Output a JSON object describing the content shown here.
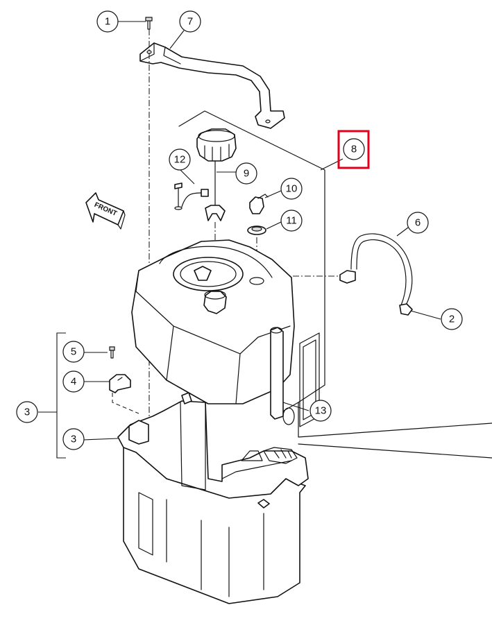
{
  "diagram": {
    "type": "exploded-parts-diagram",
    "front_label": "FRONT",
    "highlight_color": "#e0001b",
    "highlighted_callout": "8",
    "callouts": [
      {
        "id": "c1",
        "label": "1"
      },
      {
        "id": "c2",
        "label": "2"
      },
      {
        "id": "c3a",
        "label": "3"
      },
      {
        "id": "c3b",
        "label": "3"
      },
      {
        "id": "c4",
        "label": "4"
      },
      {
        "id": "c5",
        "label": "5"
      },
      {
        "id": "c6",
        "label": "6"
      },
      {
        "id": "c7",
        "label": "7"
      },
      {
        "id": "c8",
        "label": "8"
      },
      {
        "id": "c9",
        "label": "9"
      },
      {
        "id": "c10",
        "label": "10"
      },
      {
        "id": "c11",
        "label": "11"
      },
      {
        "id": "c12",
        "label": "12"
      },
      {
        "id": "c13",
        "label": "13"
      }
    ],
    "callout_13_color": "#8a1a1a"
  }
}
